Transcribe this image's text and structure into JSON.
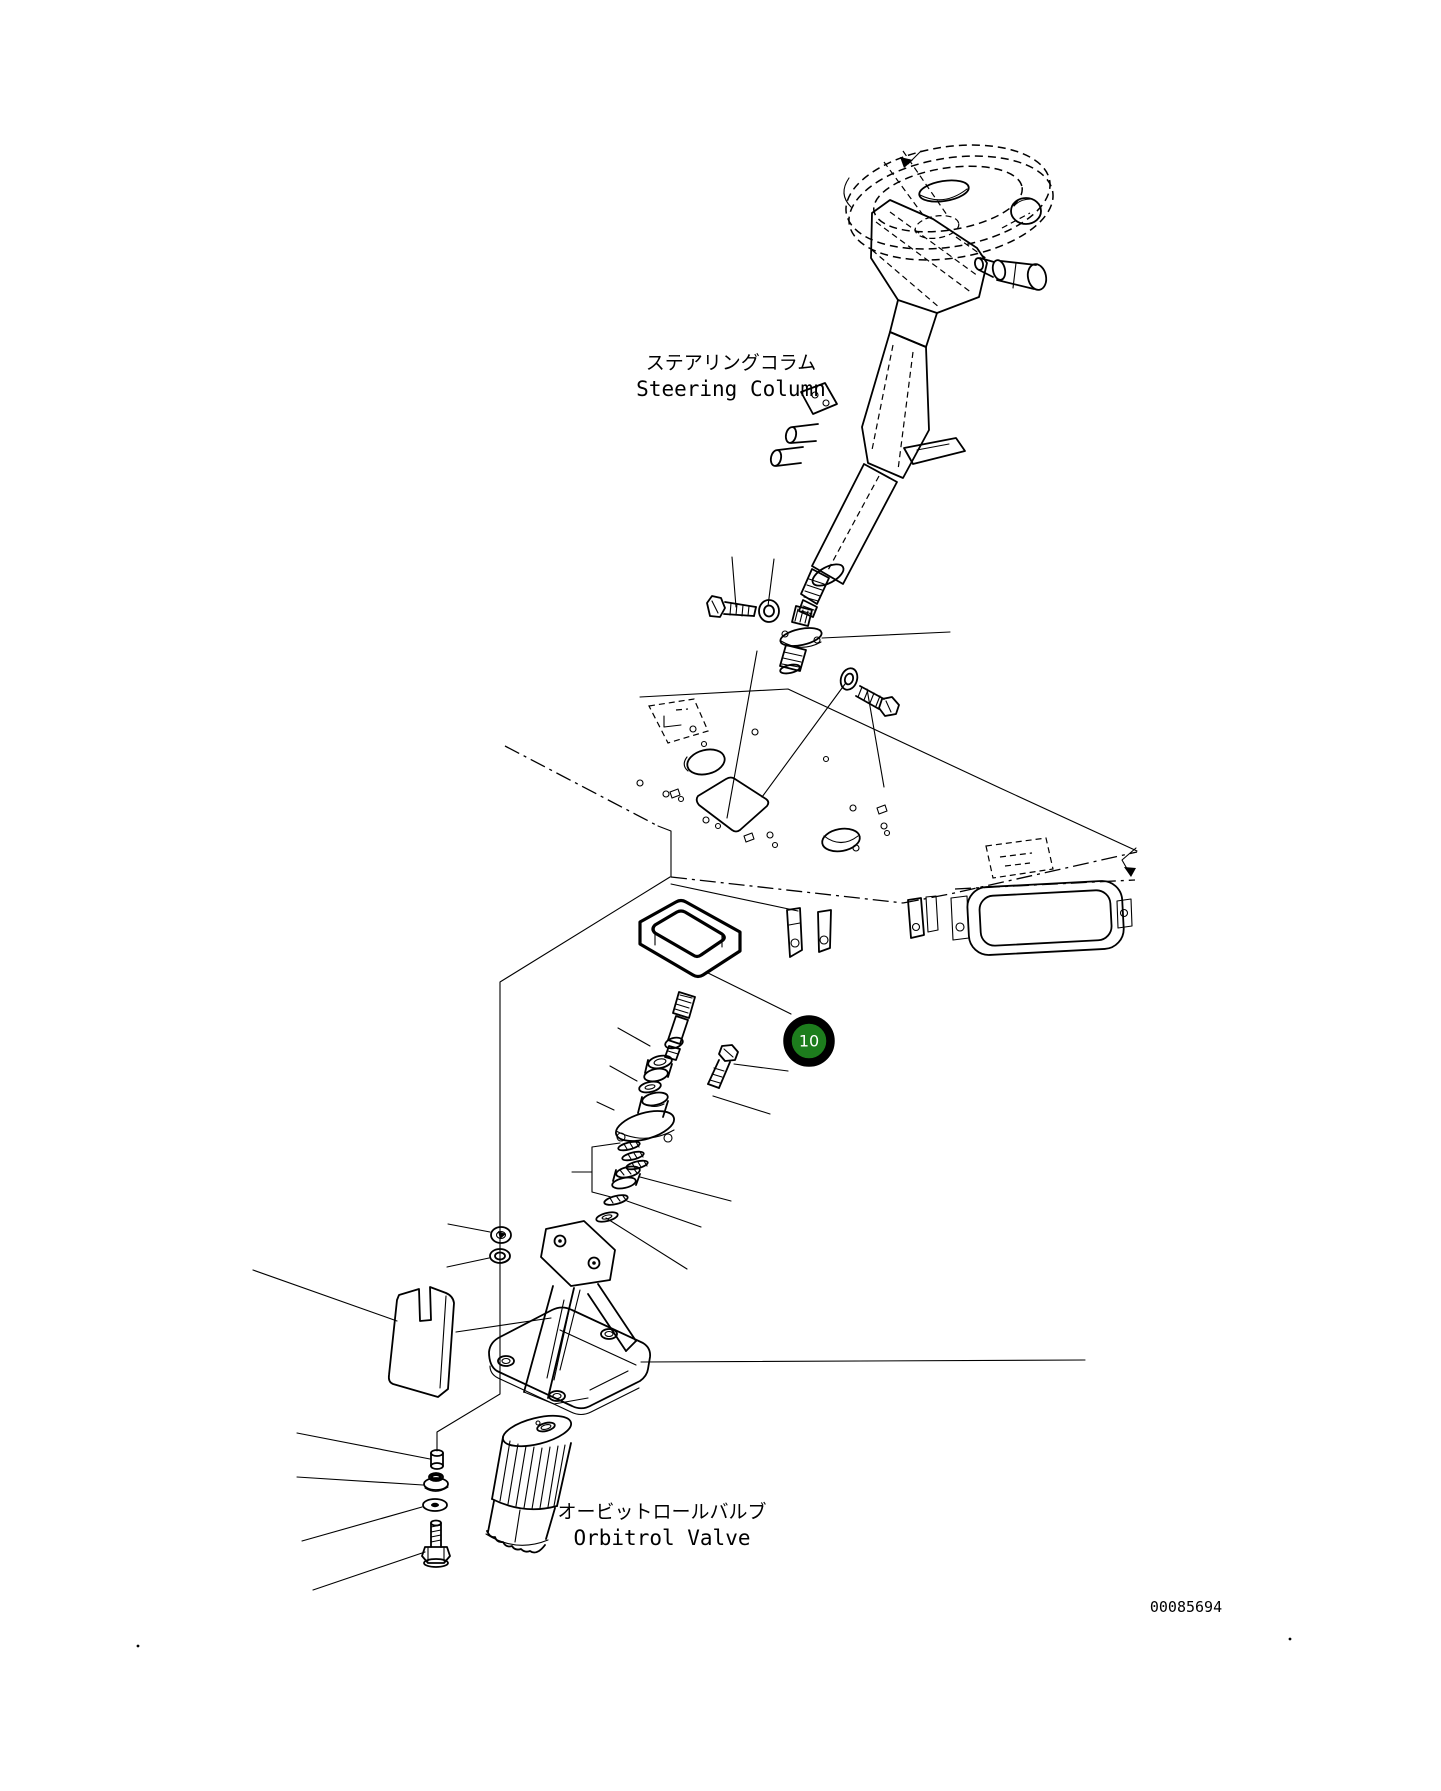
{
  "page": {
    "background": "#ffffff",
    "line_color": "#000000"
  },
  "labels": {
    "steering_column": {
      "ja": "ステアリングコラム",
      "en": "Steering Column"
    },
    "orbitrol_valve": {
      "ja": "オービットロールバルブ",
      "en": "Orbitrol Valve"
    },
    "drawing_number": "00085694"
  },
  "balloon": {
    "number": "10",
    "fill": "#1d7d1d",
    "ring_color": "#000000",
    "text_color": "#ffffff"
  }
}
